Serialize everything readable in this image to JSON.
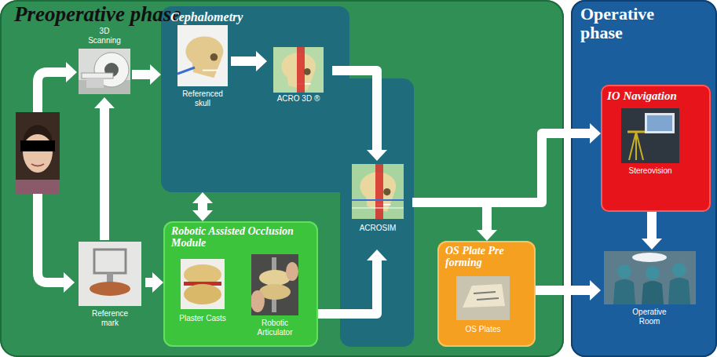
{
  "diagram": {
    "nodes": [
      {
        "text": [
          "Preoperative phase"
        ]
      },
      {
        "text": [
          "3D Scanning"
        ],
        "in": 0
      },
      {
        "text": [
          "Cephalometry"
        ],
        "in": 0
      },
      {
        "text": [
          "Referenced skull"
        ],
        "in": 2
      },
      {
        "text": [
          "ACRO 3D ®"
        ],
        "in": 2
      },
      {
        "text": [
          "ACROSIM"
        ],
        "in": 0
      },
      {
        "text": [
          "Reference mark"
        ],
        "in": 0
      },
      {
        "text": [
          "Robotic Assisted Occlusion Module"
        ],
        "in": 0
      },
      {
        "text": [
          "Plaster Casts"
        ],
        "in": 7
      },
      {
        "text": [
          "Robotic Articulator"
        ],
        "in": 7
      },
      {
        "text": [
          "OS Plate Pre forming"
        ],
        "in": 0
      },
      {
        "text": [
          "OS Plates"
        ],
        "in": 10
      },
      {
        "text": [
          "Operative phase"
        ]
      },
      {
        "text": [
          "IO Navigation"
        ],
        "in": 12
      },
      {
        "text": [
          "Stereovision"
        ],
        "in": 13
      },
      {
        "text": [
          "Operative Room"
        ],
        "in": 12
      }
    ],
    "edges": [
      {
        "from": 1,
        "to": 2,
        "arrow": "to"
      },
      {
        "from": 6,
        "to": 1,
        "arrow": "to"
      },
      {
        "from": 3,
        "to": 4,
        "arrow": "to"
      },
      {
        "from": 2,
        "to": 7,
        "arrow": "both"
      },
      {
        "from": 6,
        "to": 7,
        "arrow": "to"
      },
      {
        "from": 4,
        "to": 5,
        "arrow": "to"
      },
      {
        "from": 7,
        "to": 5,
        "arrow": "to"
      },
      {
        "from": 5,
        "to": 13,
        "arrow": "to"
      },
      {
        "from": 5,
        "to": 10,
        "arrow": "to"
      },
      {
        "from": 13,
        "to": 15,
        "arrow": "to"
      },
      {
        "from": 10,
        "to": 15,
        "arrow": "to"
      }
    ]
  }
}
